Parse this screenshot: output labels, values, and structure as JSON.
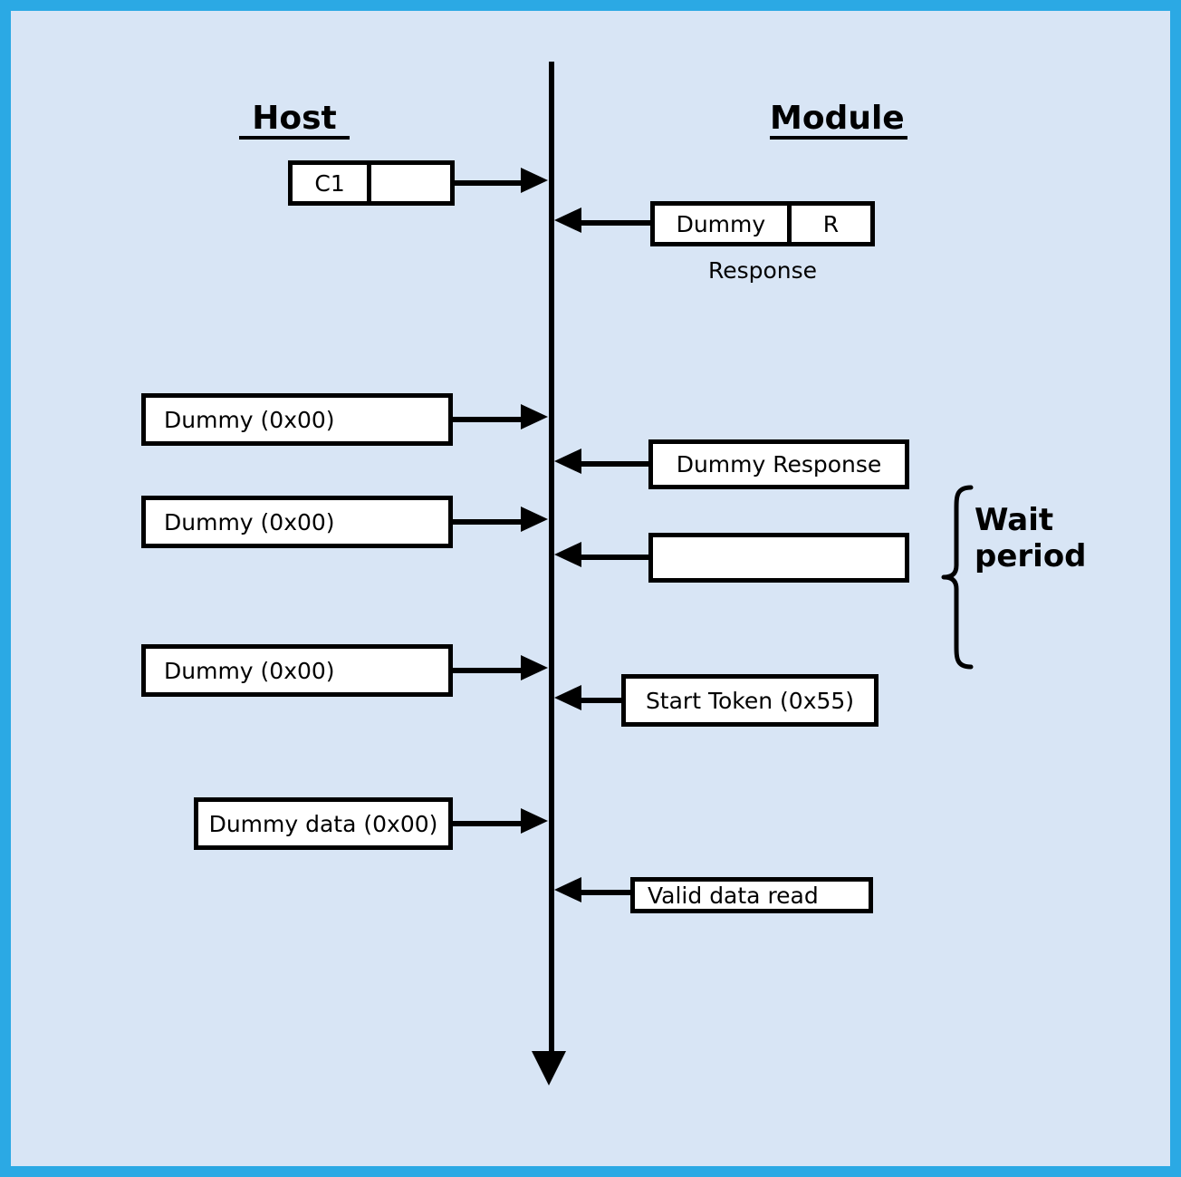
{
  "figure": {
    "background_color": "#d8e5f5",
    "frame_color": "#2ba9e4",
    "box_fill": "#ffffff",
    "line_color": "#000000"
  },
  "lanes": {
    "left": {
      "title": "Host"
    },
    "right": {
      "title": "Module "
    }
  },
  "messages": [
    {
      "id": "command",
      "side": "host",
      "direction": "to-module",
      "cells": [
        {
          "label": "C1"
        },
        {
          "label": ""
        }
      ]
    },
    {
      "id": "response",
      "side": "module",
      "direction": "to-host",
      "cells": [
        {
          "label": "Dummy"
        },
        {
          "label": "R"
        }
      ],
      "caption": "Response"
    },
    {
      "id": "dummy-1",
      "side": "host",
      "direction": "to-module",
      "label": "Dummy (0x00)"
    },
    {
      "id": "dummy-response",
      "side": "module",
      "direction": "to-host",
      "label": "Dummy Response"
    },
    {
      "id": "dummy-2",
      "side": "host",
      "direction": "to-module",
      "label": "Dummy (0x00)"
    },
    {
      "id": "empty-response",
      "side": "module",
      "direction": "to-host",
      "label": ""
    },
    {
      "id": "dummy-3",
      "side": "host",
      "direction": "to-module",
      "label": "Dummy (0x00)"
    },
    {
      "id": "start-token",
      "side": "module",
      "direction": "to-host",
      "label": "Start Token (0x55)"
    },
    {
      "id": "dummy-data",
      "side": "host",
      "direction": "to-module",
      "label": "Dummy data (0x00)"
    },
    {
      "id": "valid-data",
      "side": "module",
      "direction": "to-host",
      "label": "Valid data read"
    }
  ],
  "annotations": {
    "wait_period": {
      "label": "Wait\nperiod"
    }
  }
}
